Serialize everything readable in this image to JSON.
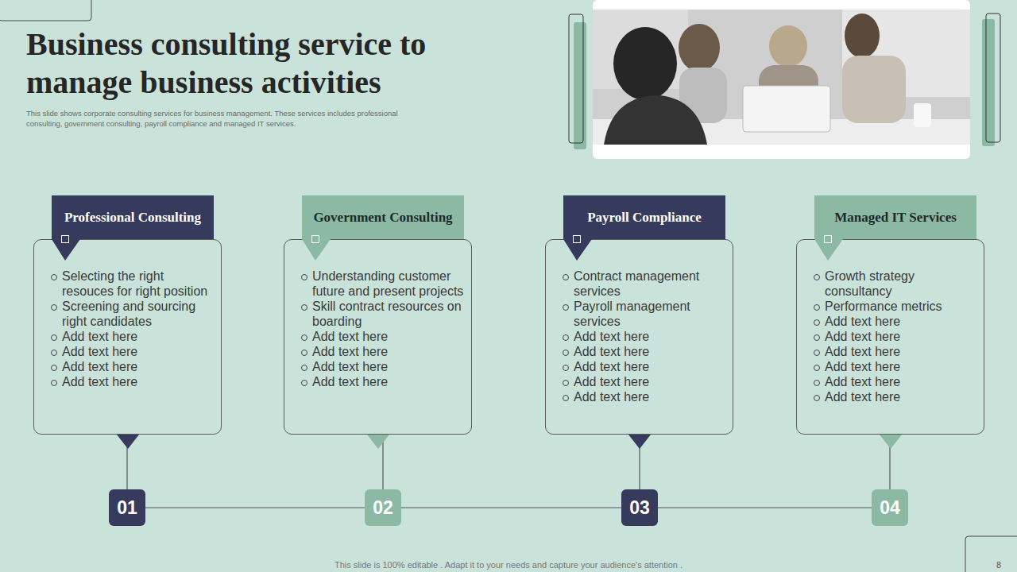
{
  "diagram": {
    "title": "Business consulting service to manage business activities",
    "caption": "This slide shows corporate consulting services for business management. These services includes professional consulting, government consulting, payroll compliance and managed IT services.",
    "nodes": [
      {
        "text": [
          "Professional Consulting",
          "Selecting the right resouces for right position",
          "Screening and sourcing right candidates",
          "Add text here",
          "Add text here",
          "Add text here",
          "Add text here"
        ]
      },
      {
        "text": [
          "Government Consulting",
          "Understanding customer future and present projects",
          "Skill contract resources on boarding",
          "Add text here",
          "Add text here",
          "Add text here",
          "Add text here"
        ]
      },
      {
        "text": [
          "Payroll Compliance",
          "Contract management services",
          "Payroll management services",
          "Add text here",
          "Add text here",
          "Add text here",
          "Add text here",
          "Add text here"
        ]
      },
      {
        "text": [
          "Managed IT Services",
          "Growth strategy consultancy",
          "Performance metrics",
          "Add text here",
          "Add text here",
          "Add text here",
          "Add text here",
          "Add text here",
          "Add text here"
        ]
      },
      {
        "text": [
          "01"
        ]
      },
      {
        "text": [
          "02"
        ]
      },
      {
        "text": [
          "03"
        ]
      },
      {
        "text": [
          "04"
        ]
      }
    ],
    "edges": [
      {
        "from": 0,
        "to": 4,
        "arrow": "none"
      },
      {
        "from": 1,
        "to": 5,
        "arrow": "none"
      },
      {
        "from": 2,
        "to": 6,
        "arrow": "none"
      },
      {
        "from": 3,
        "to": 7,
        "arrow": "none"
      },
      {
        "from": 4,
        "to": 5,
        "arrow": "none"
      },
      {
        "from": 5,
        "to": 6,
        "arrow": "none"
      },
      {
        "from": 6,
        "to": 7,
        "arrow": "none"
      }
    ],
    "labels": [
      "This slide is 100% editable . Adapt it to your needs and capture your audience's attention .",
      "8"
    ]
  }
}
